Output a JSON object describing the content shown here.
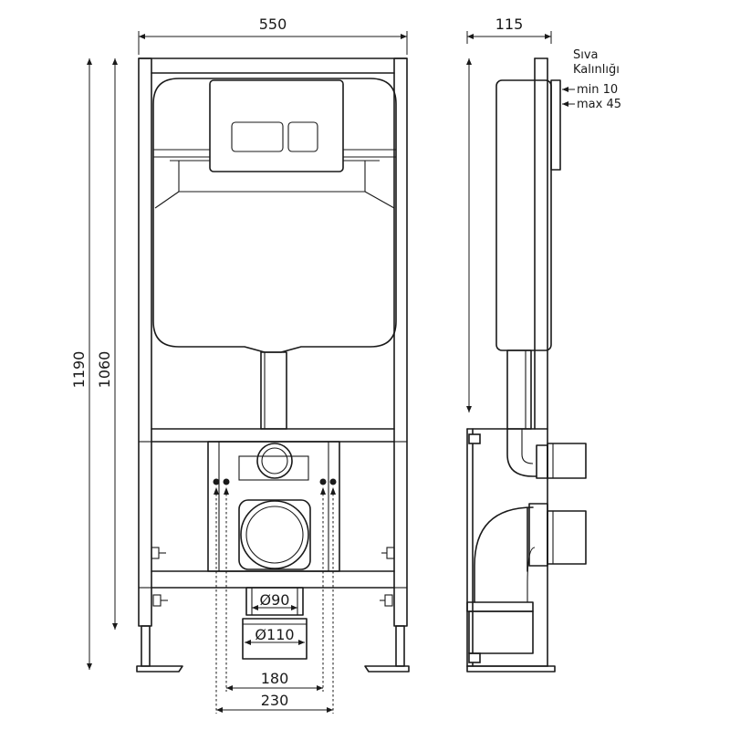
{
  "dimensions": {
    "width_front": "550",
    "depth_side": "115",
    "height_total": "1190",
    "height_frame": "1060",
    "pipe_small": "Ø90",
    "pipe_large": "Ø110",
    "bolt_spacing_inner": "180",
    "bolt_spacing_outer": "230"
  },
  "plaster_note": {
    "line1": "Sıva",
    "line2": "Kalınlığı",
    "min": "min 10",
    "max": "max 45"
  }
}
